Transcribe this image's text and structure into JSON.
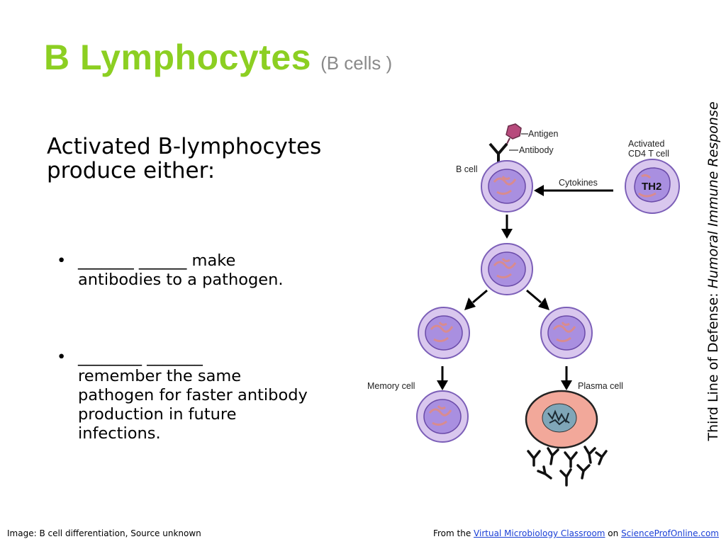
{
  "title": {
    "main": "B Lymphocytes",
    "sub": "(B cells )"
  },
  "intro": {
    "line1": "Activated B-lymphocytes",
    "line2": "produce either:"
  },
  "bullets": [
    {
      "blank": "_______ ______",
      "text_after": " make",
      "line2": "antibodies to a pathogen."
    },
    {
      "blank": "________ _______",
      "lines": [
        "remember the same",
        "pathogen for faster antibody",
        "production in future",
        "infections."
      ]
    }
  ],
  "side": {
    "prefix": "Third Line of Defense: ",
    "italic": "Humoral Immune Response"
  },
  "diagram": {
    "antigen": "Antigen",
    "antibody": "Antibody",
    "b_cell": "B cell",
    "activated_line1": "Activated",
    "activated_line2": "CD4 T cell",
    "th": "TH2",
    "cytokines": "Cytokines",
    "memory_cell": "Memory cell",
    "plasma_cell": "Plasma cell"
  },
  "footer": {
    "left": "Image: B cell differentiation, Source unknown",
    "from": "From the ",
    "link1": "Virtual Microbiology Classroom",
    "on": " on ",
    "link2": "ScienceProfOnline.com"
  },
  "colors": {
    "title": "#8ccf22",
    "subtitle": "#8a8a8a",
    "link": "#1a3fd6",
    "cell_fill": "#a98fe0",
    "plasma_fill": "#f2a89a"
  }
}
